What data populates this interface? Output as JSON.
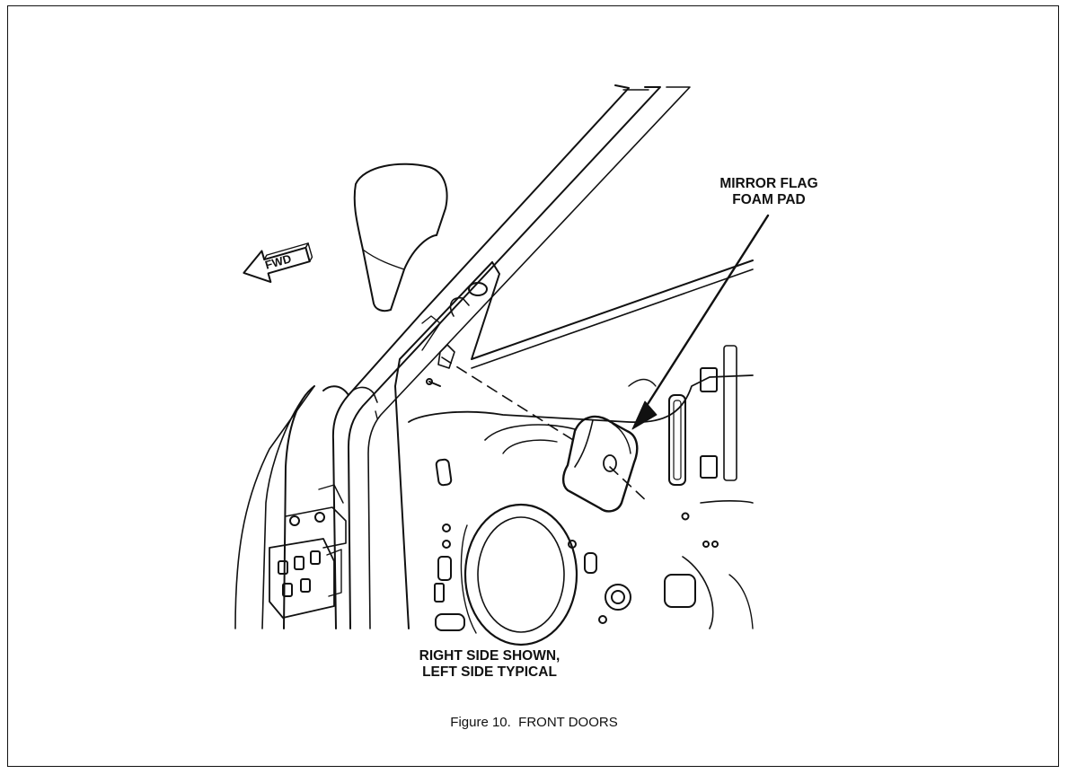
{
  "diagram": {
    "callouts": {
      "mirror_flag_pad": [
        "MIRROR FLAG",
        "FOAM PAD"
      ],
      "side_note": [
        "RIGHT SIDE SHOWN,",
        "LEFT SIDE TYPICAL"
      ]
    },
    "direction_arrow_label": "FWD",
    "caption": "Figure 10.  FRONT DOORS"
  }
}
